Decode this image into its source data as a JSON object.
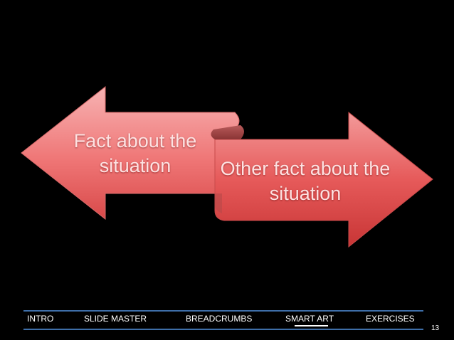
{
  "smartart": {
    "left_arrow_text": "Fact about the situation",
    "right_arrow_text": "Other fact about the situation",
    "arrow_color": "#f06a6a"
  },
  "nav": {
    "items": [
      "INTRO",
      "SLIDE MASTER",
      "BREADCRUMBS",
      "SMART ART",
      "EXERCISES"
    ],
    "active": "SMART ART",
    "line_color": "#3e6ea8"
  },
  "page_number": "13"
}
